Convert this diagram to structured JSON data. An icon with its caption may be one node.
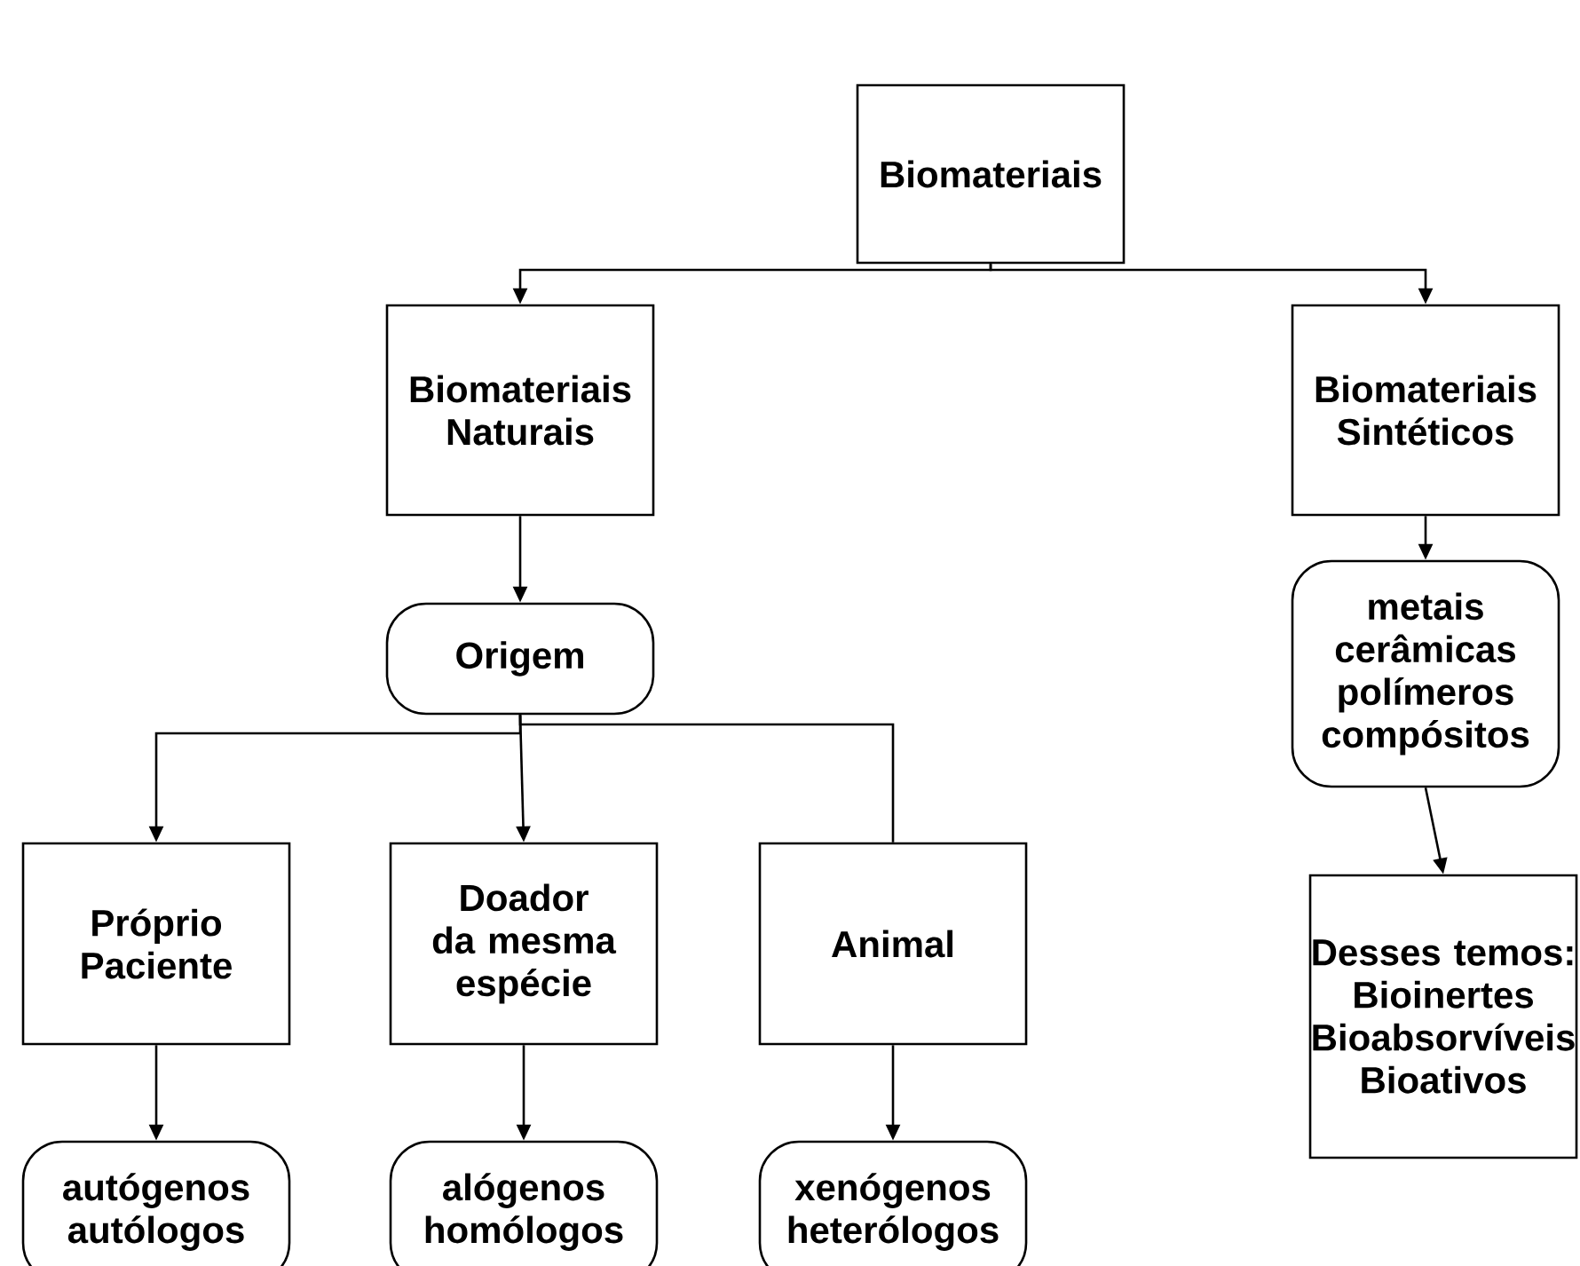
{
  "diagram": {
    "nodes": [
      {
        "text": [
          "Biomateriais"
        ]
      },
      {
        "text": [
          "Biomateriais Naturais"
        ]
      },
      {
        "text": [
          "Biomateriais Sintéticos"
        ]
      },
      {
        "text": [
          "Origem"
        ]
      },
      {
        "text": [
          "metais cerâmicas polímeros compósitos"
        ]
      },
      {
        "text": [
          "Próprio Paciente"
        ]
      },
      {
        "text": [
          "Doador da mesma espécie"
        ]
      },
      {
        "text": [
          "Animal"
        ]
      },
      {
        "text": [
          "Desses temos: Bioinertes Bioabsorvíveis Bioativos"
        ]
      },
      {
        "text": [
          "autógenos autólogos"
        ]
      },
      {
        "text": [
          "alógenos homólogos"
        ]
      },
      {
        "text": [
          "xenógenos heterólogos"
        ]
      }
    ],
    "edges": [
      {
        "from": 0,
        "to": 1,
        "arrow": "to"
      },
      {
        "from": 0,
        "to": 2,
        "arrow": "to"
      },
      {
        "from": 1,
        "to": 3,
        "arrow": "to"
      },
      {
        "from": 2,
        "to": 4,
        "arrow": "to"
      },
      {
        "from": 3,
        "to": 5,
        "arrow": "to"
      },
      {
        "from": 3,
        "to": 6,
        "arrow": "to"
      },
      {
        "from": 3,
        "to": 7,
        "arrow": "none"
      },
      {
        "from": 4,
        "to": 8,
        "arrow": "to"
      },
      {
        "from": 5,
        "to": 9,
        "arrow": "to"
      },
      {
        "from": 6,
        "to": 10,
        "arrow": "to"
      },
      {
        "from": 7,
        "to": 11,
        "arrow": "to"
      }
    ]
  }
}
